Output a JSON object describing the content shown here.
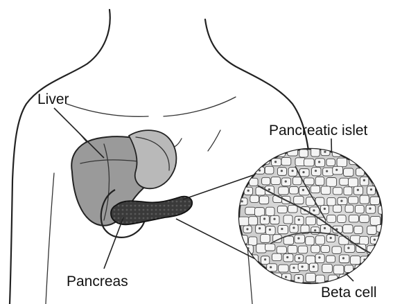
{
  "labels": {
    "liver": "Liver",
    "pancreas": "Pancreas",
    "pancreatic_islet": "Pancreatic islet",
    "beta_cell": "Beta cell"
  }
}
